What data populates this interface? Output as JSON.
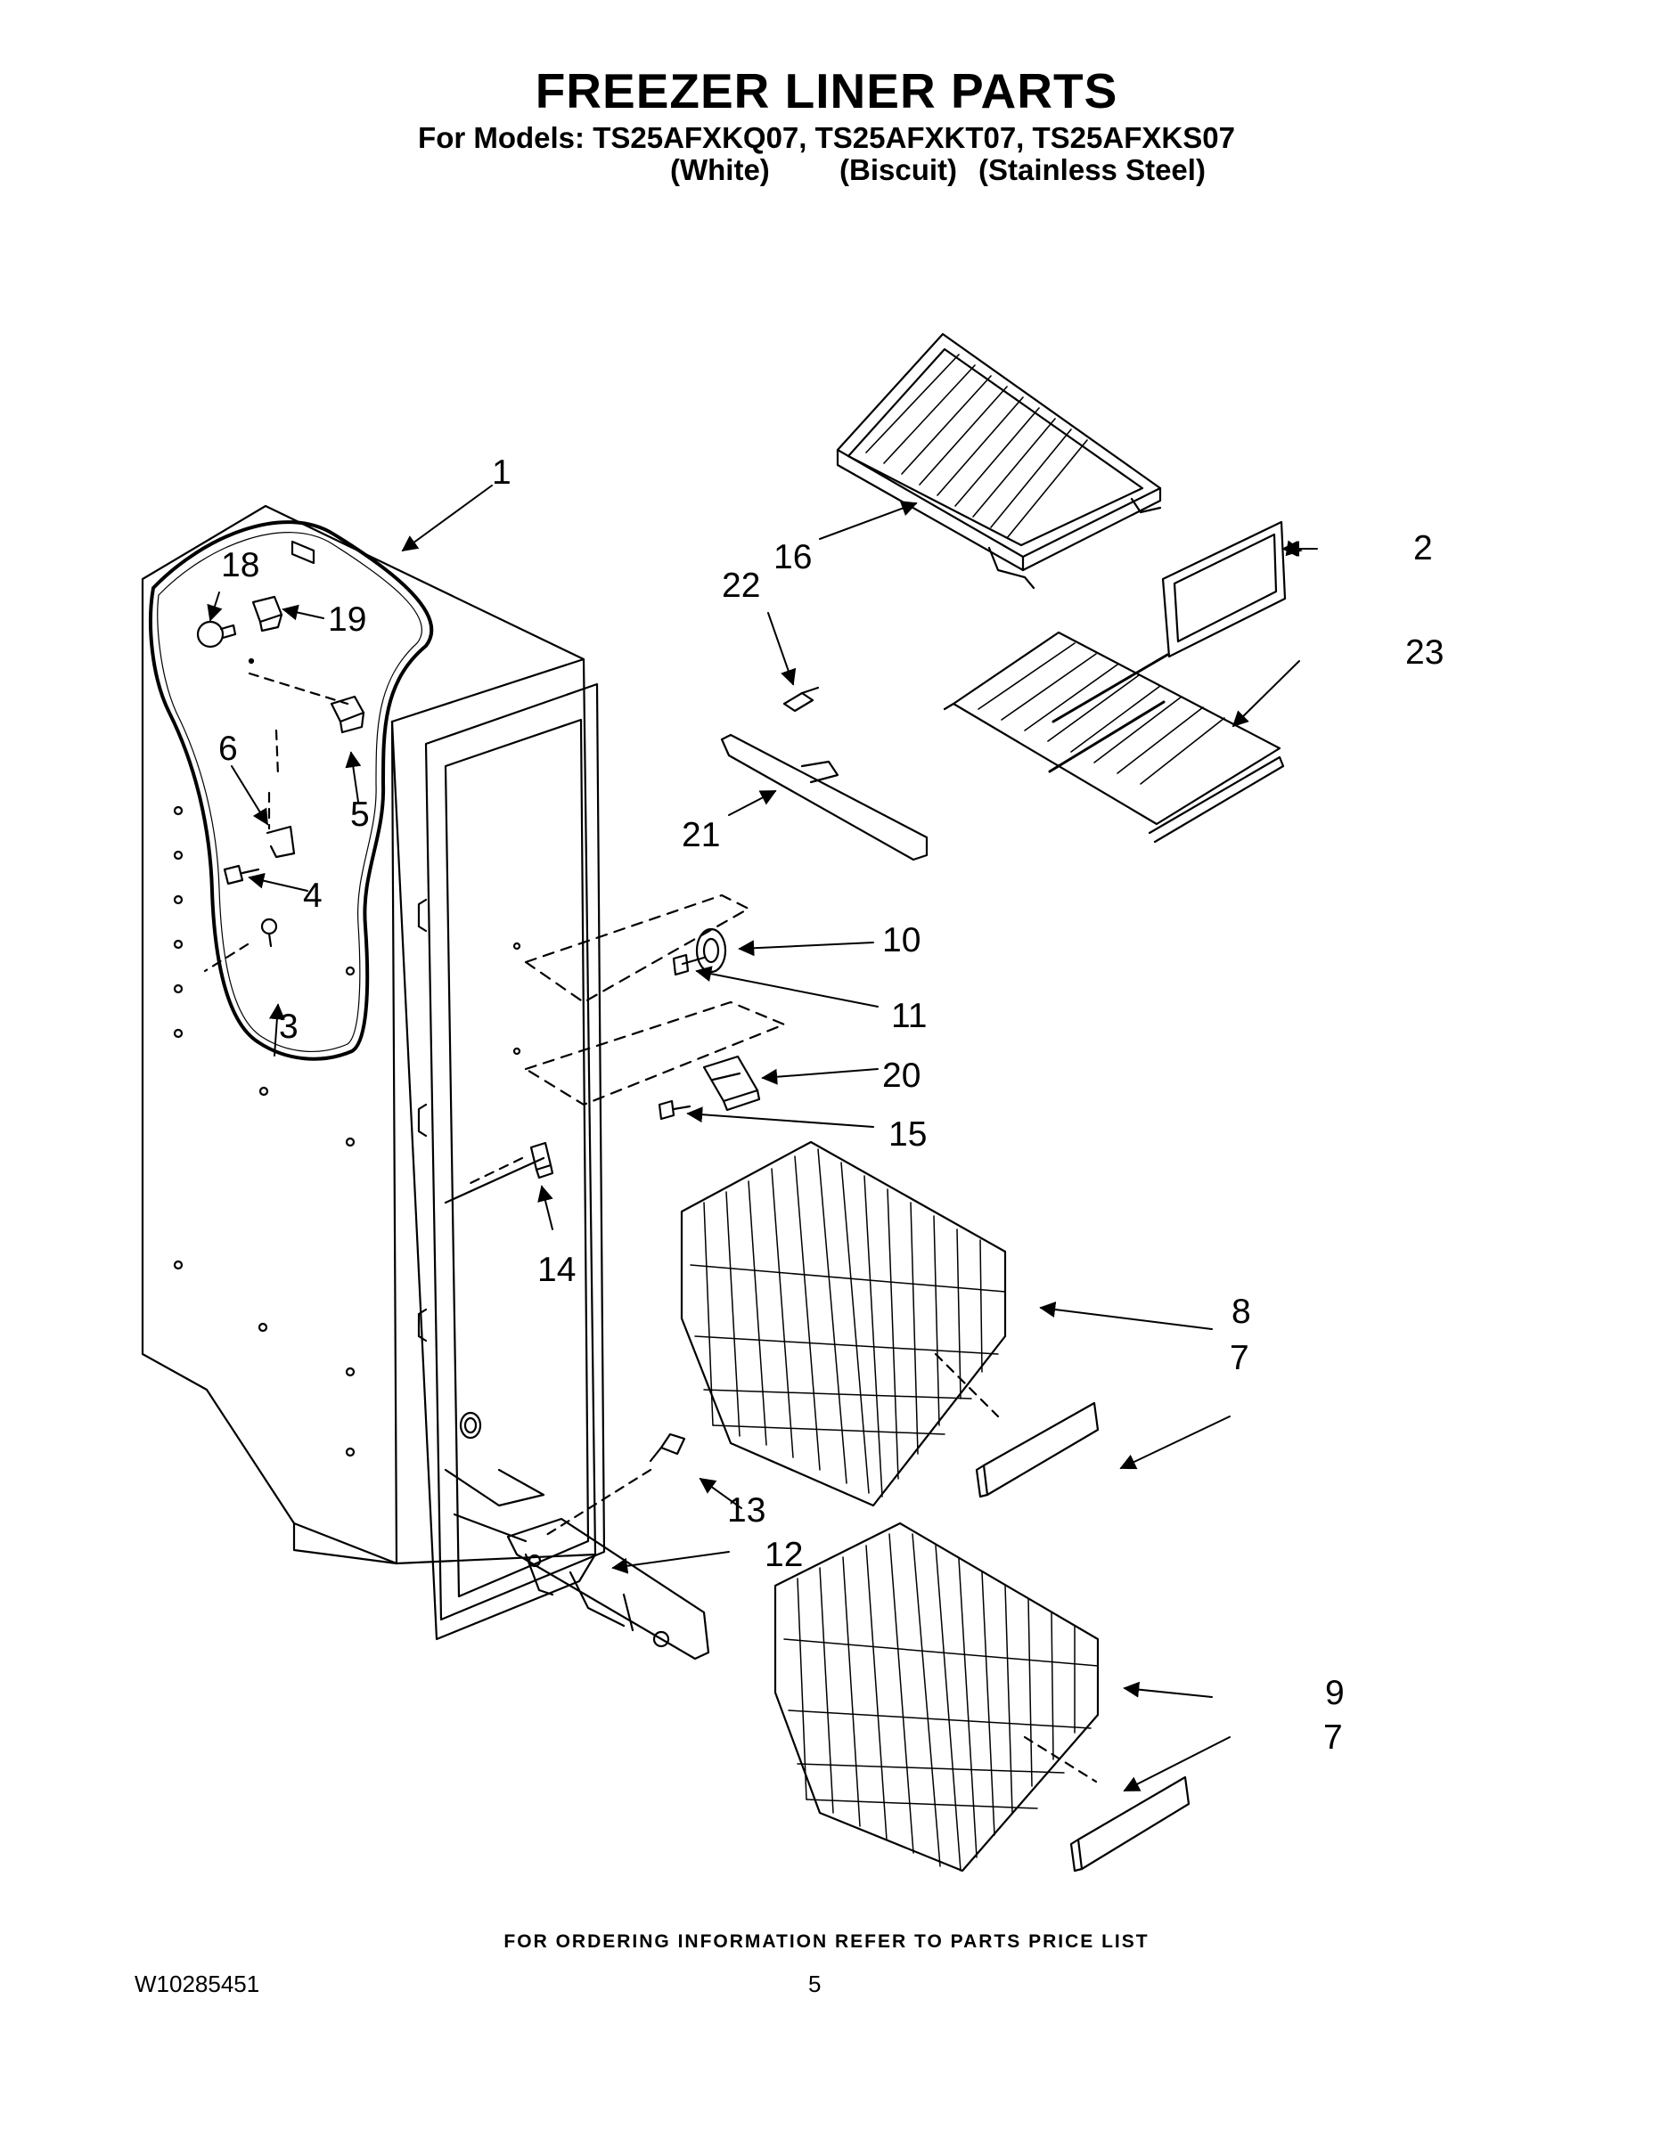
{
  "header": {
    "title": "FREEZER LINER PARTS",
    "models_line": "For Models: TS25AFXKQ07, TS25AFXKT07, TS25AFXKS07",
    "variants": [
      "(White)",
      "(Biscuit)",
      "(Stainless Steel)"
    ]
  },
  "callouts": {
    "c1": "1",
    "c2": "2",
    "c3": "3",
    "c4": "4",
    "c5": "5",
    "c6": "6",
    "c7a": "7",
    "c7b": "7",
    "c8": "8",
    "c9": "9",
    "c10": "10",
    "c11": "11",
    "c12": "12",
    "c13": "13",
    "c14": "14",
    "c15": "15",
    "c16": "16",
    "c18": "18",
    "c19": "19",
    "c20": "20",
    "c21": "21",
    "c22": "22",
    "c23": "23"
  },
  "footer": {
    "note": "FOR ORDERING INFORMATION REFER TO PARTS PRICE LIST",
    "doc_number": "W10285451",
    "page_number": "5"
  }
}
